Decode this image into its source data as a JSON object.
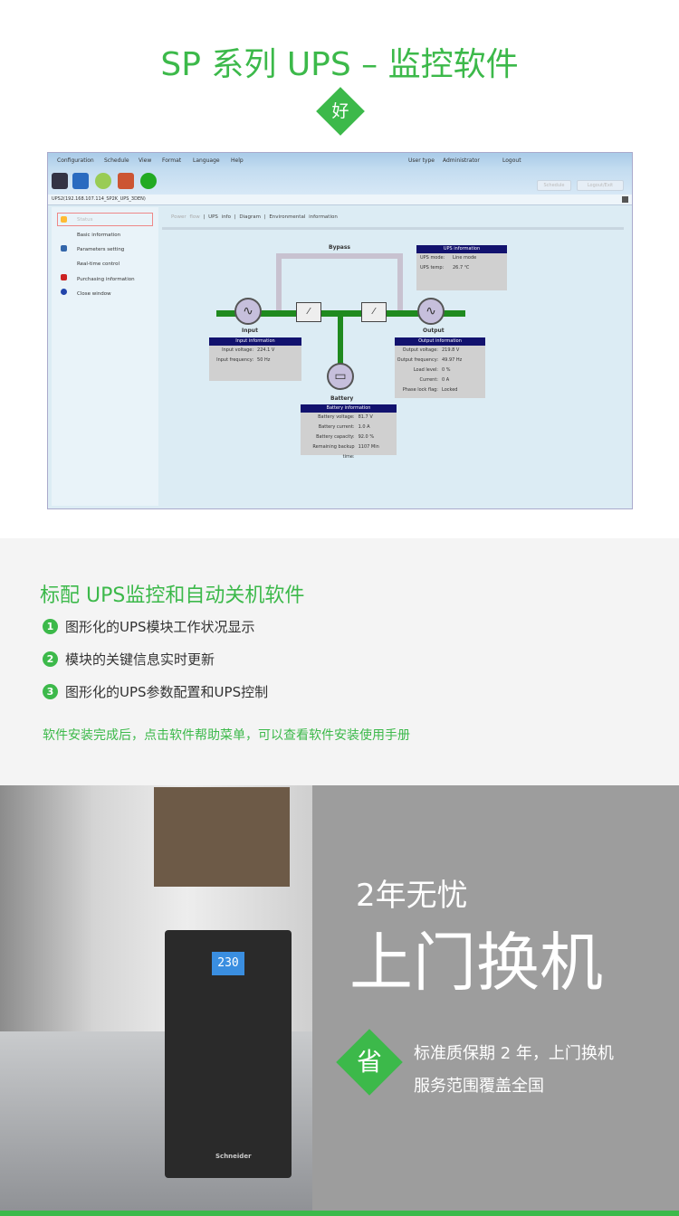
{
  "header": {
    "title": "SP 系列 UPS – 监控软件",
    "badge": "好"
  },
  "app": {
    "menu": [
      "Configuration",
      "Schedule",
      "View",
      "Format",
      "Language",
      "Help"
    ],
    "user_type_label": "User type",
    "user_type": "Administrator",
    "logout": "Logout",
    "toolbar_buttons": [
      "Schedule",
      "Logout/Exit"
    ],
    "window_title": "UPS2(192.168.107.114_SP2K_UPS_3DEN)",
    "sidebar": [
      "Status",
      "Basic information",
      "Parameters setting",
      "Real-time control",
      "Purchasing information",
      "Close window"
    ],
    "tabs": [
      "Power flow",
      "UPS info",
      "Diagram",
      "Environmental information"
    ],
    "labels": {
      "bypass": "Bypass",
      "input": "Input",
      "output": "Output",
      "battery": "Battery"
    },
    "ups_info": {
      "title": "UPS information",
      "rows": [
        [
          "UPS mode:",
          "Line mode"
        ],
        [
          "UPS temp:",
          "26.7 ℃"
        ]
      ]
    },
    "input_info": {
      "title": "Input information",
      "rows": [
        [
          "Input voltage:",
          "224.1 V"
        ],
        [
          "Input frequency:",
          "50 Hz"
        ]
      ]
    },
    "output_info": {
      "title": "Output information",
      "rows": [
        [
          "Output voltage:",
          "219.8 V"
        ],
        [
          "Output frequency:",
          "49.97 Hz"
        ],
        [
          "Load level:",
          "0 %"
        ],
        [
          "Current:",
          "0 A"
        ],
        [
          "Phase lock flag:",
          "Locked"
        ]
      ]
    },
    "battery_info": {
      "title": "Battery information",
      "rows": [
        [
          "Battery voltage:",
          "81.7 V"
        ],
        [
          "Battery current:",
          "1.0 A"
        ],
        [
          "Battery capacity:",
          "92.0 %"
        ],
        [
          "Remaining backup time:",
          "1107 Min"
        ]
      ]
    }
  },
  "features": {
    "title": "标配 UPS监控和自动关机软件",
    "items": [
      {
        "n": "1",
        "text": "图形化的UPS模块工作状况显示"
      },
      {
        "n": "2",
        "text": "模块的关键信息实时更新"
      },
      {
        "n": "3",
        "text": "图形化的UPS参数配置和UPS控制"
      }
    ],
    "note": "软件安装完成后，点击软件帮助菜单，可以查看软件安装使用手册"
  },
  "warranty": {
    "sub": "2年无忧",
    "main": "上门换机",
    "badge": "省",
    "line1": "标准质保期 2 年，上门换机",
    "line2": "服务范围覆盖全国",
    "display": "230",
    "brand": "Schneider"
  }
}
